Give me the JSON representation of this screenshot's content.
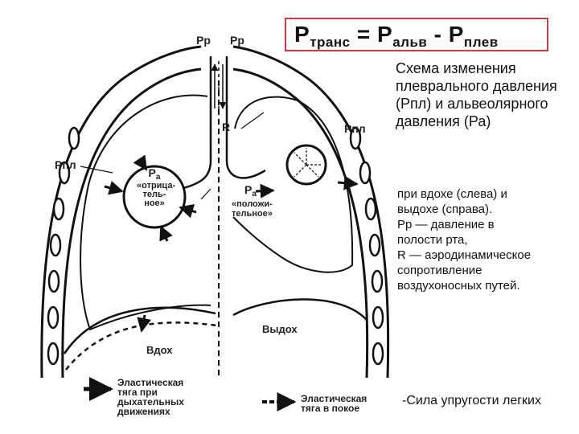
{
  "formula": {
    "p1": "P",
    "s1": "транс",
    "eq": " = ",
    "p2": "P",
    "s2": "альв",
    "minus": " - ",
    "p3": "P",
    "s3": "плев"
  },
  "caption": "Схема изменения плеврального давления (Рпл) и альвеолярного давления (Ра)",
  "description_lines": [
    "при вдохе (слева) и",
    "выдохе (справа).",
    "Рр — давление в",
    "полости рта,",
    "R — аэродинамическое",
    "сопротивление",
    "воздухоносных путей."
  ],
  "force_label": "-Сила упругости легких",
  "diagram": {
    "rp_left": "Рр",
    "rp_right": "Рр",
    "r_label": "R",
    "rpl_left": "Рпл",
    "rpl_right": "Рпл",
    "pa_left_main": "Р",
    "pa_left_sub": "а",
    "pa_left_line1": "«отрица-",
    "pa_left_line2": "тель-",
    "pa_left_line3": "ное»",
    "pa_right_main": "Р",
    "pa_right_sub": "а",
    "pa_right_line1": "«положи-",
    "pa_right_line2": "тельное»",
    "inhale": "Вдох",
    "exhale": "Выдох",
    "legend_active_line1": "Эластическая",
    "legend_active_line2": "тяга при",
    "legend_active_line3": "дыхательных",
    "legend_active_line4": "движениях",
    "legend_rest_line1": "Эластическая",
    "legend_rest_line2": "тяга в покое"
  }
}
